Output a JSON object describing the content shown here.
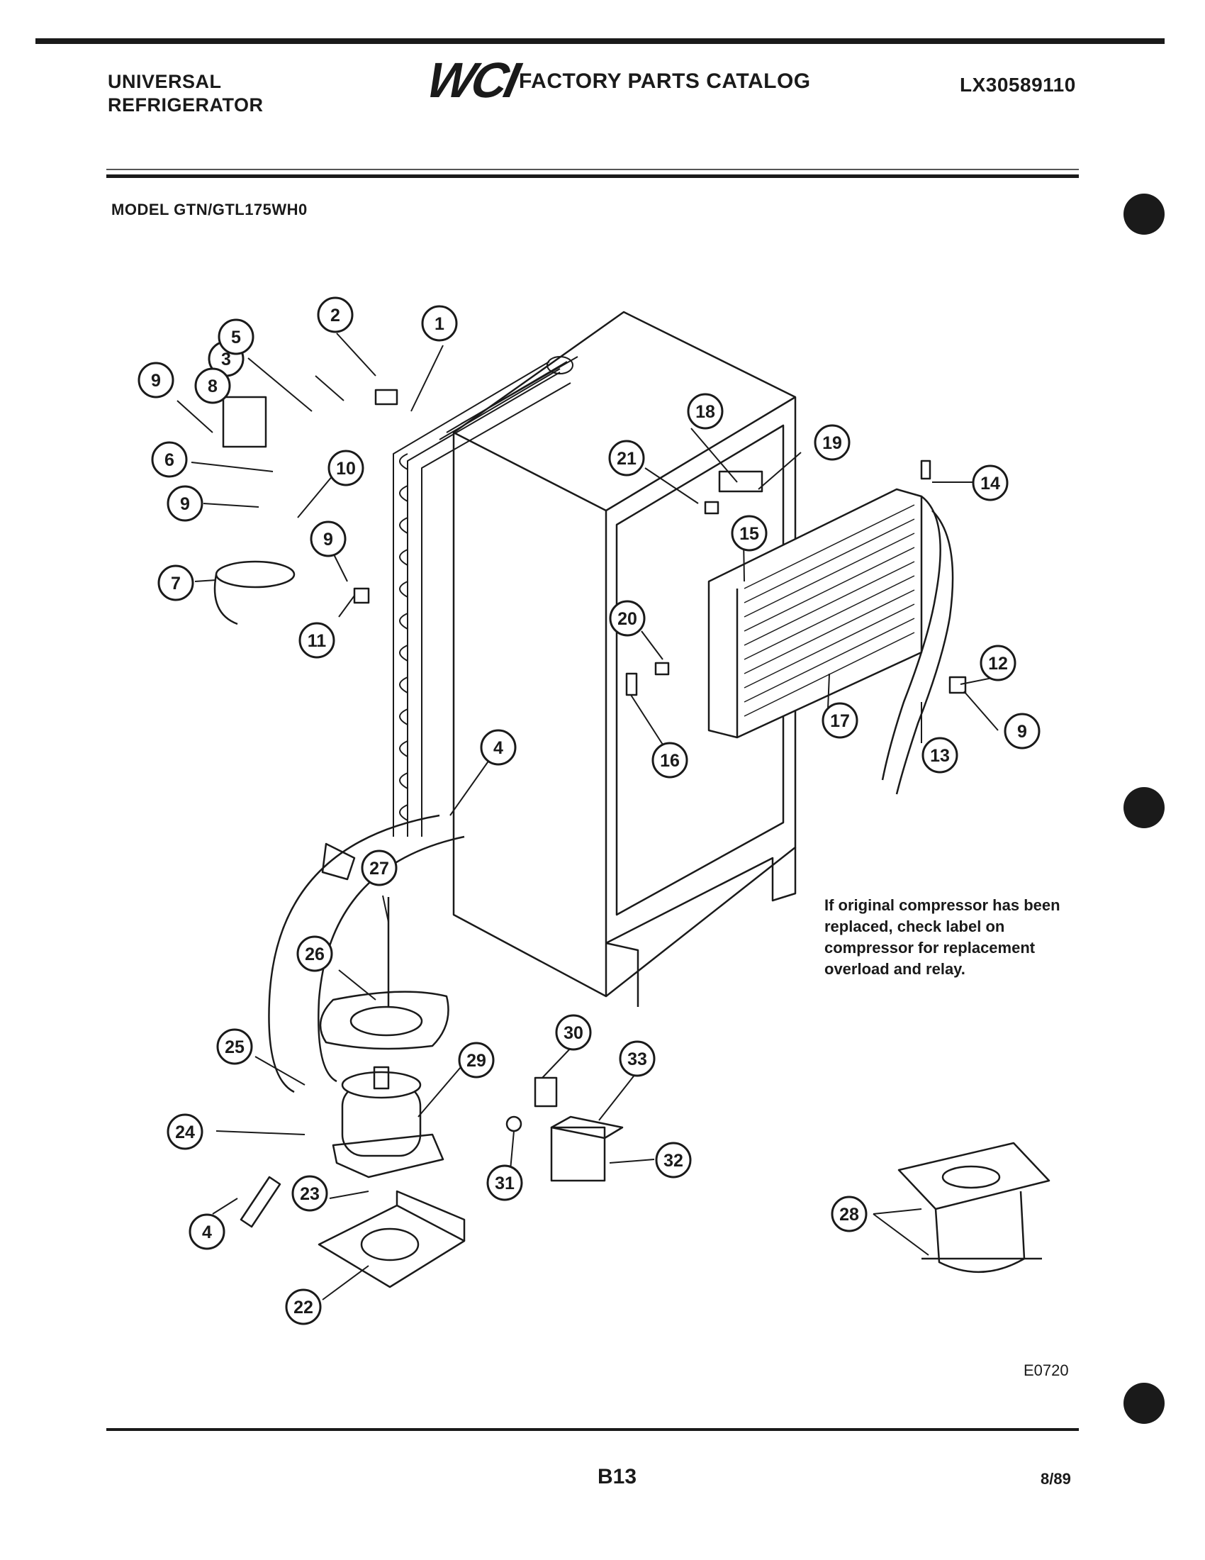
{
  "header": {
    "brand_line1": "UNIVERSAL",
    "brand_line2": "REFRIGERATOR",
    "logo": "WCI",
    "catalog_title": "FACTORY PARTS CATALOG",
    "doc_number": "LX30589110"
  },
  "model": "MODEL GTN/GTL175WH0",
  "callouts": [
    "1",
    "2",
    "3",
    "4",
    "5",
    "6",
    "7",
    "8",
    "9",
    "10",
    "11",
    "12",
    "13",
    "14",
    "15",
    "16",
    "17",
    "18",
    "19",
    "20",
    "21",
    "22",
    "23",
    "24",
    "25",
    "26",
    "27",
    "28",
    "29",
    "30",
    "31",
    "32",
    "33"
  ],
  "note": "If original compressor has been replaced, check label on compressor for replacement overload and relay.",
  "figure_ref": "E0720",
  "footer": {
    "page": "B13",
    "date": "8/89"
  },
  "colors": {
    "ink": "#1a1a1a",
    "paper": "#ffffff"
  }
}
